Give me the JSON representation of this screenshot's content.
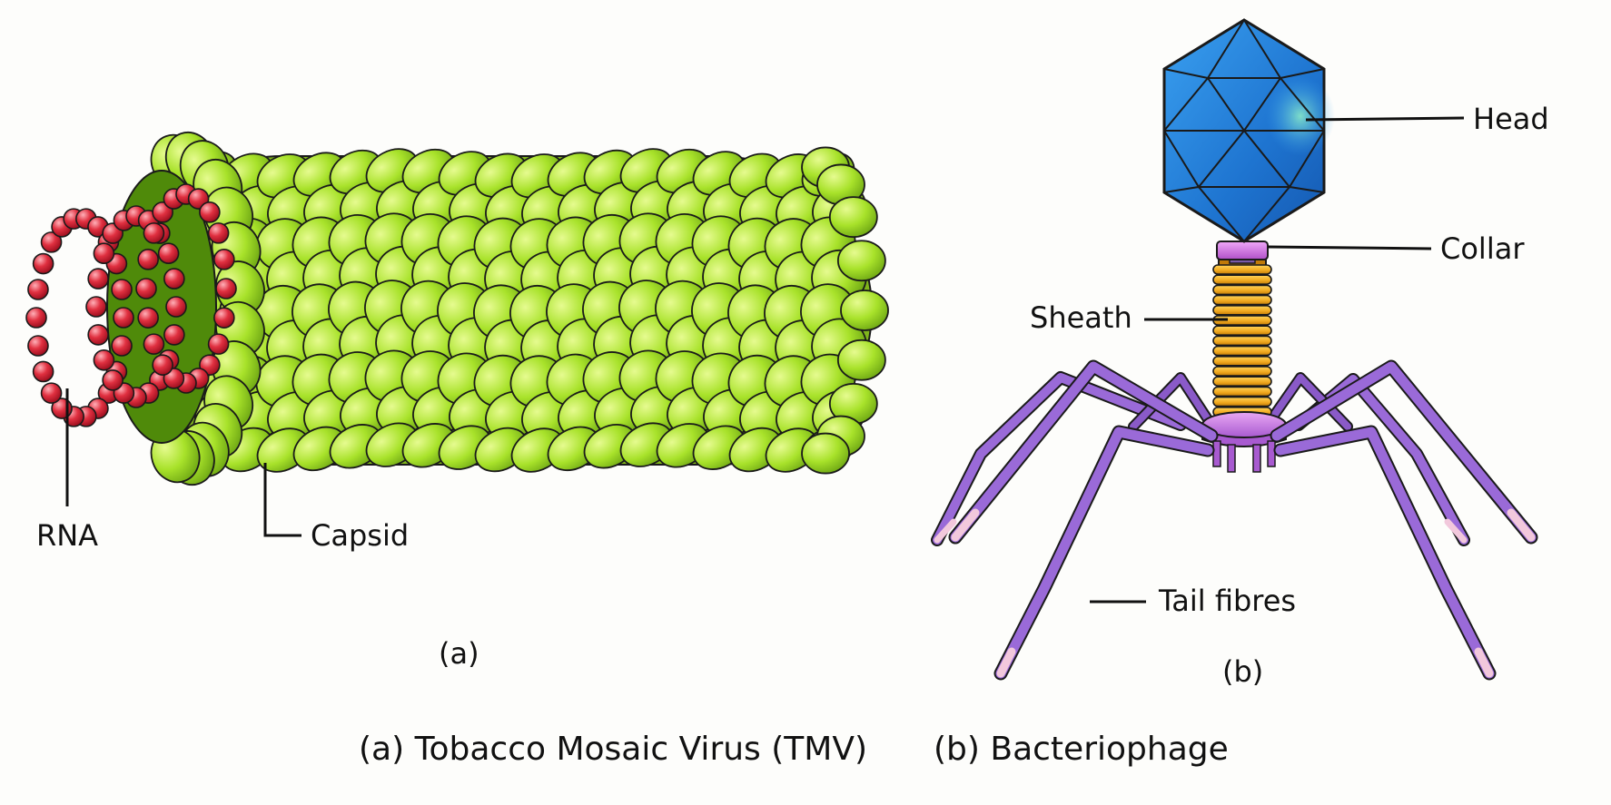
{
  "labels": {
    "rna": "RNA",
    "capsid": "Capsid",
    "panel_a": "(a)",
    "head": "Head",
    "collar": "Collar",
    "sheath": "Sheath",
    "tail_fibres": "Tail fibres",
    "panel_b": "(b)"
  },
  "caption": {
    "a": "(a) Tobacco Mosaic Virus (TMV)",
    "b": "(b) Bacteriophage"
  },
  "colors": {
    "capsid": "#a8e22a",
    "capsid_light": "#d8f577",
    "capsid_dark": "#6fa814",
    "rna": "#e03040",
    "head": "#2a84d8",
    "head_light": "#6fc8e8",
    "collar": "#cc66dd",
    "sheath": "#f0a81e",
    "fibres": "#9a6ad8",
    "outline": "#1a1a1a",
    "leader": "#111111"
  },
  "icons": {
    "panel_a": "tobacco-mosaic-virus",
    "panel_b": "bacteriophage"
  }
}
